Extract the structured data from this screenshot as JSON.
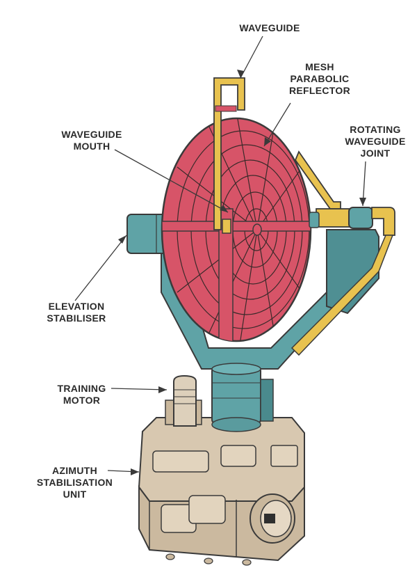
{
  "labels": {
    "waveguide": [
      "WAVEGUIDE"
    ],
    "mesh_reflector": [
      "MESH",
      "PARABOLIC",
      "REFLECTOR"
    ],
    "waveguide_mouth": [
      "WAVEGUIDE",
      "MOUTH"
    ],
    "rotating_joint": [
      "ROTATING",
      "WAVEGUIDE",
      "JOINT"
    ],
    "elevation_stabiliser": [
      "ELEVATION",
      "STABILISER"
    ],
    "training_motor": [
      "TRAINING",
      "MOTOR"
    ],
    "azimuth_unit": [
      "AZIMUTH",
      "STABILISATION",
      "UNIT"
    ]
  },
  "colors": {
    "reflector": "#d75468",
    "waveguide": "#e8c24f",
    "mount": "#5fa3a6",
    "base": "#d8c8b0",
    "outline": "#3a3a3a"
  }
}
